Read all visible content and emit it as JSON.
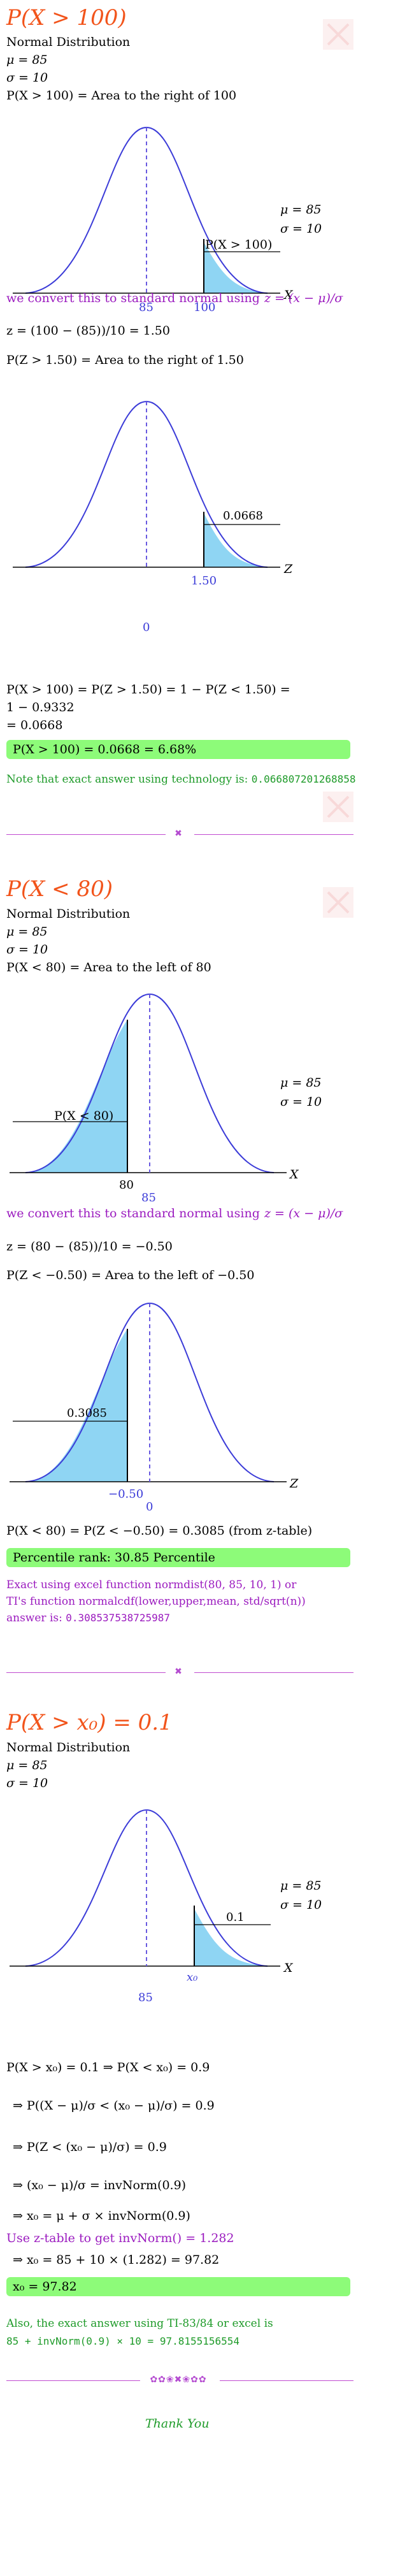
{
  "s1": {
    "title": "P(X > 100)",
    "dist": "Normal Distribution",
    "mu": "μ = 85",
    "sigma": "σ = 10",
    "area_line": "P(X > 100) = Area to the right of 100",
    "fig1": {
      "label": "P(X > 100)",
      "mu": "μ = 85",
      "sigma": "σ = 10",
      "t1": "85",
      "t2": "100",
      "axis": "X"
    },
    "convert": "we convert this to standard normal using",
    "formula": "z = (x − μ)/σ",
    "z_line": "z = (100 − (85))/10 = 1.50",
    "pz_line": "P(Z > 1.50) = Area to the right of 1.50",
    "fig2": {
      "label": "0.0668",
      "t1": "0",
      "t2": "1.50",
      "axis": "Z"
    },
    "calc1": "P(X > 100) = P(Z > 1.50) = 1 − P(Z < 1.50) =",
    "calc2": "1 − 0.9332",
    "calc3": "= 0.0668",
    "result": "P(X > 100) = 0.0668 = 6.68%",
    "note_prefix": "Note that exact answer using technology is:",
    "note_val": "0.066807201268858"
  },
  "s2": {
    "title": "P(X < 80)",
    "dist": "Normal Distribution",
    "mu": "μ = 85",
    "sigma": "σ = 10",
    "area_line": "P(X < 80) = Area to the left of 80",
    "fig1": {
      "label": "P(X < 80)",
      "mu": "μ = 85",
      "sigma": "σ = 10",
      "t1": "80",
      "t2": "85",
      "axis": "X"
    },
    "convert": "we convert this to standard normal using",
    "formula": "z = (x − μ)/σ",
    "z_line": "z = (80 − (85))/10 = −0.50",
    "pz_line": "P(Z < −0.50) = Area to the left of −0.50",
    "fig2": {
      "label": "0.3085",
      "t1": "−0.50",
      "t2": "0",
      "axis": "Z"
    },
    "calc1": "P(X < 80) = P(Z < −0.50) = 0.3085 (from z-table)",
    "result": "Percentile rank: 30.85 Percentile",
    "excel1": "Exact using excel function normdist(80, 85, 10, 1) or",
    "excel2": "TI's function normalcdf(lower,upper,mean, std/sqrt(n))",
    "excel3_prefix": "answer is:",
    "excel3_val": "0.308537538725987"
  },
  "s3": {
    "title": "P(X > x₀) = 0.1",
    "dist": "Normal Distribution",
    "mu": "μ = 85",
    "sigma": "σ = 10",
    "fig1": {
      "label": "0.1",
      "mu": "μ = 85",
      "sigma": "σ = 10",
      "t1": "85",
      "t2": "x₀",
      "axis": "X"
    },
    "l1": "P(X > x₀) = 0.1 ⇒ P(X < x₀) = 0.9",
    "l2": "⇒ P((X − μ)/σ < (x₀ − μ)/σ) = 0.9",
    "l3": "⇒ P(Z < (x₀ − μ)/σ) = 0.9",
    "l4": "⇒ (x₀ − μ)/σ = invNorm(0.9)",
    "l5": "⇒ x₀ = μ + σ × invNorm(0.9)",
    "l6": "Use z-table to get invNorm() = 1.282",
    "l7": "⇒ x₀ = 85 + 10 × (1.282) = 97.82",
    "result": "x₀ = 97.82",
    "also1": "Also, the exact answer using TI-83/84 or excel is",
    "also2": "85 + invNorm(0.9) × 10 = 97.8155156554"
  },
  "thanks": "Thank You"
}
